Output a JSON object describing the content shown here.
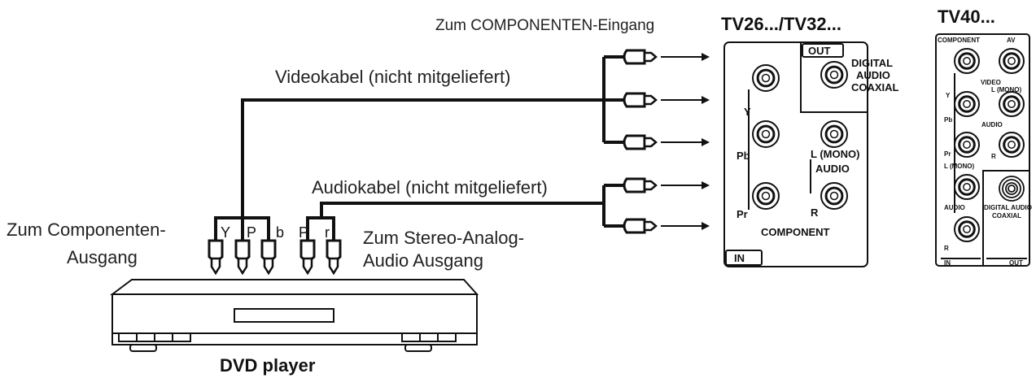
{
  "labels": {
    "component_input": "Zum COMPONENTEN-Eingang",
    "video_cable": "Videokabel (nicht mitgeliefert)",
    "audio_cable": "Audiokabel (nicht mitgeliefert)",
    "component_output_line1": "Zum Componenten-",
    "component_output_line2": "Ausgang",
    "stereo_output_line1": "Zum Stereo-Analog-",
    "stereo_output_line2": "Audio Ausgang",
    "device": "DVD player"
  },
  "plugs": [
    "Y",
    "P",
    "b",
    "P",
    "r"
  ],
  "tv_small": {
    "title": "TV26.../TV32...",
    "out": "OUT",
    "digital_line1": "DIGITAL",
    "digital_line2": "AUDIO",
    "digital_line3": "COAXIAL",
    "y": "Y",
    "pb": "Pb",
    "pr": "Pr",
    "l_mono": "L (MONO)",
    "audio": "AUDIO",
    "r": "R",
    "component": "COMPONENT",
    "in": "IN"
  },
  "tv_large": {
    "title": "TV40...",
    "component": "COMPONENT",
    "av": "AV",
    "video": "VIDEO",
    "l_mono_top": "L (MONO)",
    "y": "Y",
    "pb": "Pb",
    "audio_mid": "AUDIO",
    "pr": "Pr",
    "r_mid": "R",
    "l_mono_bottom": "L (MONO)",
    "digital_audio": "DIGITAL AUDIO",
    "coaxial": "COAXIAL",
    "audio_bottom": "AUDIO",
    "r_bottom": "R",
    "in": "IN",
    "out": "OUT"
  }
}
